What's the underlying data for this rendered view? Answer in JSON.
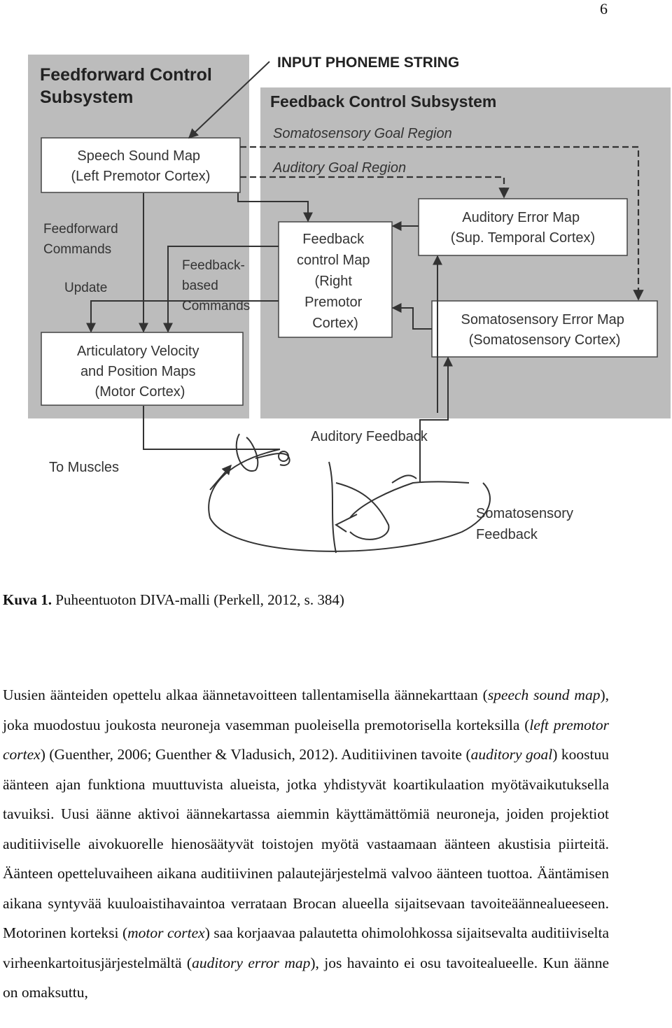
{
  "page_number": "6",
  "diagram": {
    "input_label": "INPUT PHONEME STRING",
    "feedforward_title": [
      "Feedforward Control",
      "Subsystem"
    ],
    "feedback_title": "Feedback Control Subsystem",
    "somatosensory_goal": "Somatosensory Goal Region",
    "auditory_goal": "Auditory Goal Region",
    "speech_sound_map": [
      "Speech Sound Map",
      "(Left Premotor Cortex)"
    ],
    "feedforward_commands": [
      "Feedforward",
      "Commands"
    ],
    "update": "Update",
    "feedback_based_commands": [
      "Feedback-",
      "based",
      "Commands"
    ],
    "feedback_control_map": [
      "Feedback",
      "control Map",
      "(Right",
      "Premotor",
      "Cortex)"
    ],
    "auditory_error_map": [
      "Auditory Error Map",
      "(Sup. Temporal Cortex)"
    ],
    "somatosensory_error_map": [
      "Somatosensory Error Map",
      "(Somatosensory Cortex)"
    ],
    "articulatory_maps": [
      "Articulatory Velocity",
      "and Position Maps",
      "(Motor Cortex)"
    ],
    "auditory_feedback": "Auditory Feedback",
    "to_muscles": "To Muscles",
    "somatosensory_feedback": [
      "Somatosensory",
      "Feedback"
    ]
  },
  "caption": {
    "label": "Kuva 1.",
    "text": "Puheentuoton DIVA-malli (Perkell, 2012, s. 384)"
  },
  "paragraph": {
    "p1": "Uusien äänteiden opettelu alkaa äännetavoitteen tallentamisella äännekarttaan (",
    "t1": "speech sound map",
    "p2": "), joka muodostuu joukosta neuroneja vasemman puoleisella premotorisella korteksilla (",
    "t2": "left premotor cortex",
    "p3": ") (Guenther, 2006; Guenther & Vladusich, 2012). Auditiivinen tavoite (",
    "t3": "auditory goal",
    "p4": ") koostuu äänteen ajan funktiona muuttuvista alueista, jotka yhdistyvät koartikulaation myötävaikutuksella tavuiksi. Uusi äänne aktivoi äännekartassa aiemmin käyttämättömiä neuroneja, joiden projektiot auditiiviselle aivokuorelle hienosäätyvät toistojen myötä vastaamaan äänteen akustisia piirteitä. Äänteen opetteluvaiheen aikana auditiivinen palautejärjestelmä valvoo äänteen tuottoa. Ääntämisen aikana syntyvää kuuloaistihavaintoa verrataan Brocan alueella sijaitsevaan tavoiteäännealueeseen. Motorinen korteksi (",
    "t4": "motor cortex",
    "p5": ") saa korjaavaa palautetta ohimolohkossa sijaitsevalta auditiiviselta virheenkartoitusjärjestelmältä (",
    "t5": "auditory error map",
    "p6": "), jos havainto ei osu tavoitealueelle. Kun äänne on omaksuttu,"
  }
}
